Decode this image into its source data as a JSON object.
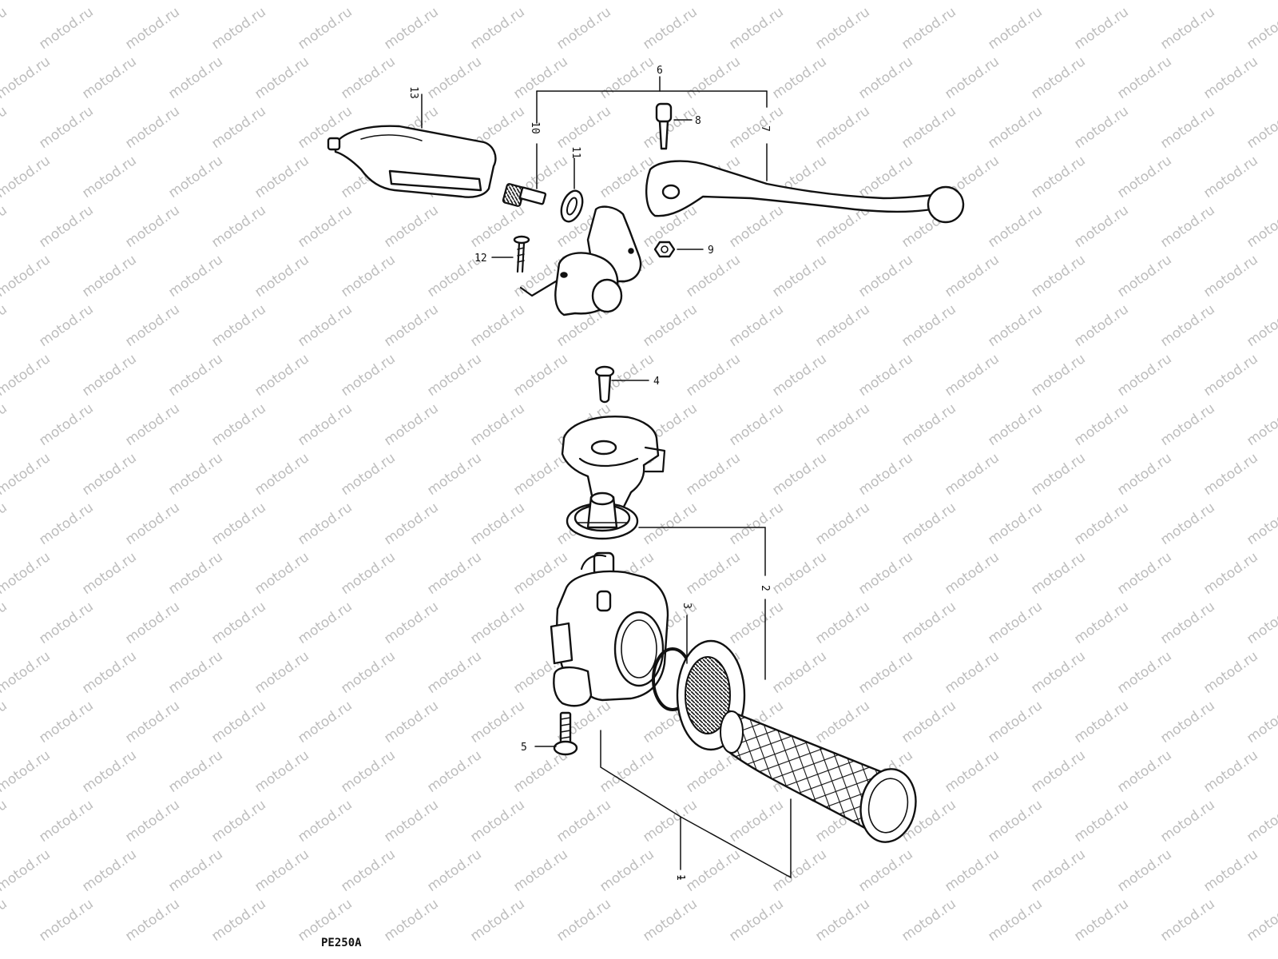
{
  "watermark": {
    "text": "motod.ru"
  },
  "diagram_code": "PE250A",
  "callouts": {
    "c1": "1",
    "c2": "2",
    "c3": "3",
    "c4": "4",
    "c5": "5",
    "c6": "6",
    "c7": "7",
    "c8": "8",
    "c9": "9",
    "c10": "10",
    "c11": "11",
    "c12": "12",
    "c13": "13"
  }
}
